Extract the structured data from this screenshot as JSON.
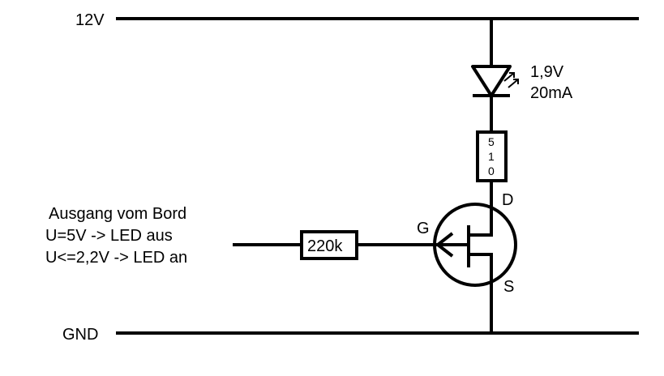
{
  "rails": {
    "top_label": "12V",
    "bottom_label": "GND"
  },
  "led": {
    "voltage": "1,9V",
    "current": "20mA"
  },
  "resistor_drain": {
    "digits": [
      "5",
      "1",
      "0"
    ]
  },
  "resistor_gate": {
    "label": "220k"
  },
  "mosfet": {
    "gate": "G",
    "drain": "D",
    "source": "S"
  },
  "input": {
    "line1": "Ausgang vom Bord",
    "line2": "U=5V -> LED aus",
    "line3": "U<=2,2V -> LED an"
  },
  "colors": {
    "wire": "#000000",
    "background": "#ffffff"
  }
}
